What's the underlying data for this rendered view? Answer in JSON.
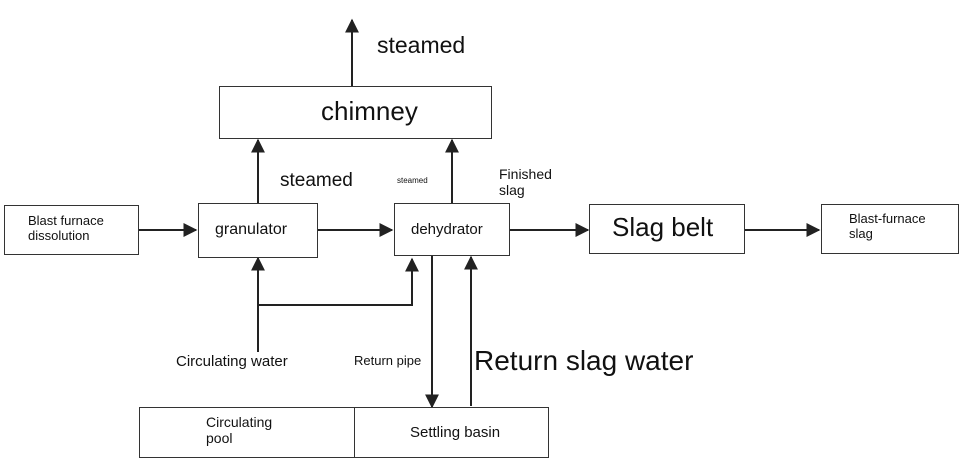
{
  "nodes": {
    "chimney": "chimney",
    "blast_furnace_dissolution": "Blast furnace\ndissolution",
    "granulator": "granulator",
    "dehydrator": "dehydrator",
    "slag_belt": "Slag belt",
    "blast_furnace_slag": "Blast-furnace\nslag",
    "circulating_pool": "Circulating\npool",
    "settling_basin": "Settling basin"
  },
  "labels": {
    "steamed_top": "steamed",
    "steamed_granulator": "steamed",
    "steamed_dehydrator": "steamed",
    "finished_slag": "Finished\nslag",
    "circulating_water": "Circulating water",
    "return_pipe": "Return pipe",
    "return_slag_water": "Return slag water"
  },
  "colors": {
    "line": "#222222",
    "box_border": "#333333",
    "text": "#111111"
  }
}
